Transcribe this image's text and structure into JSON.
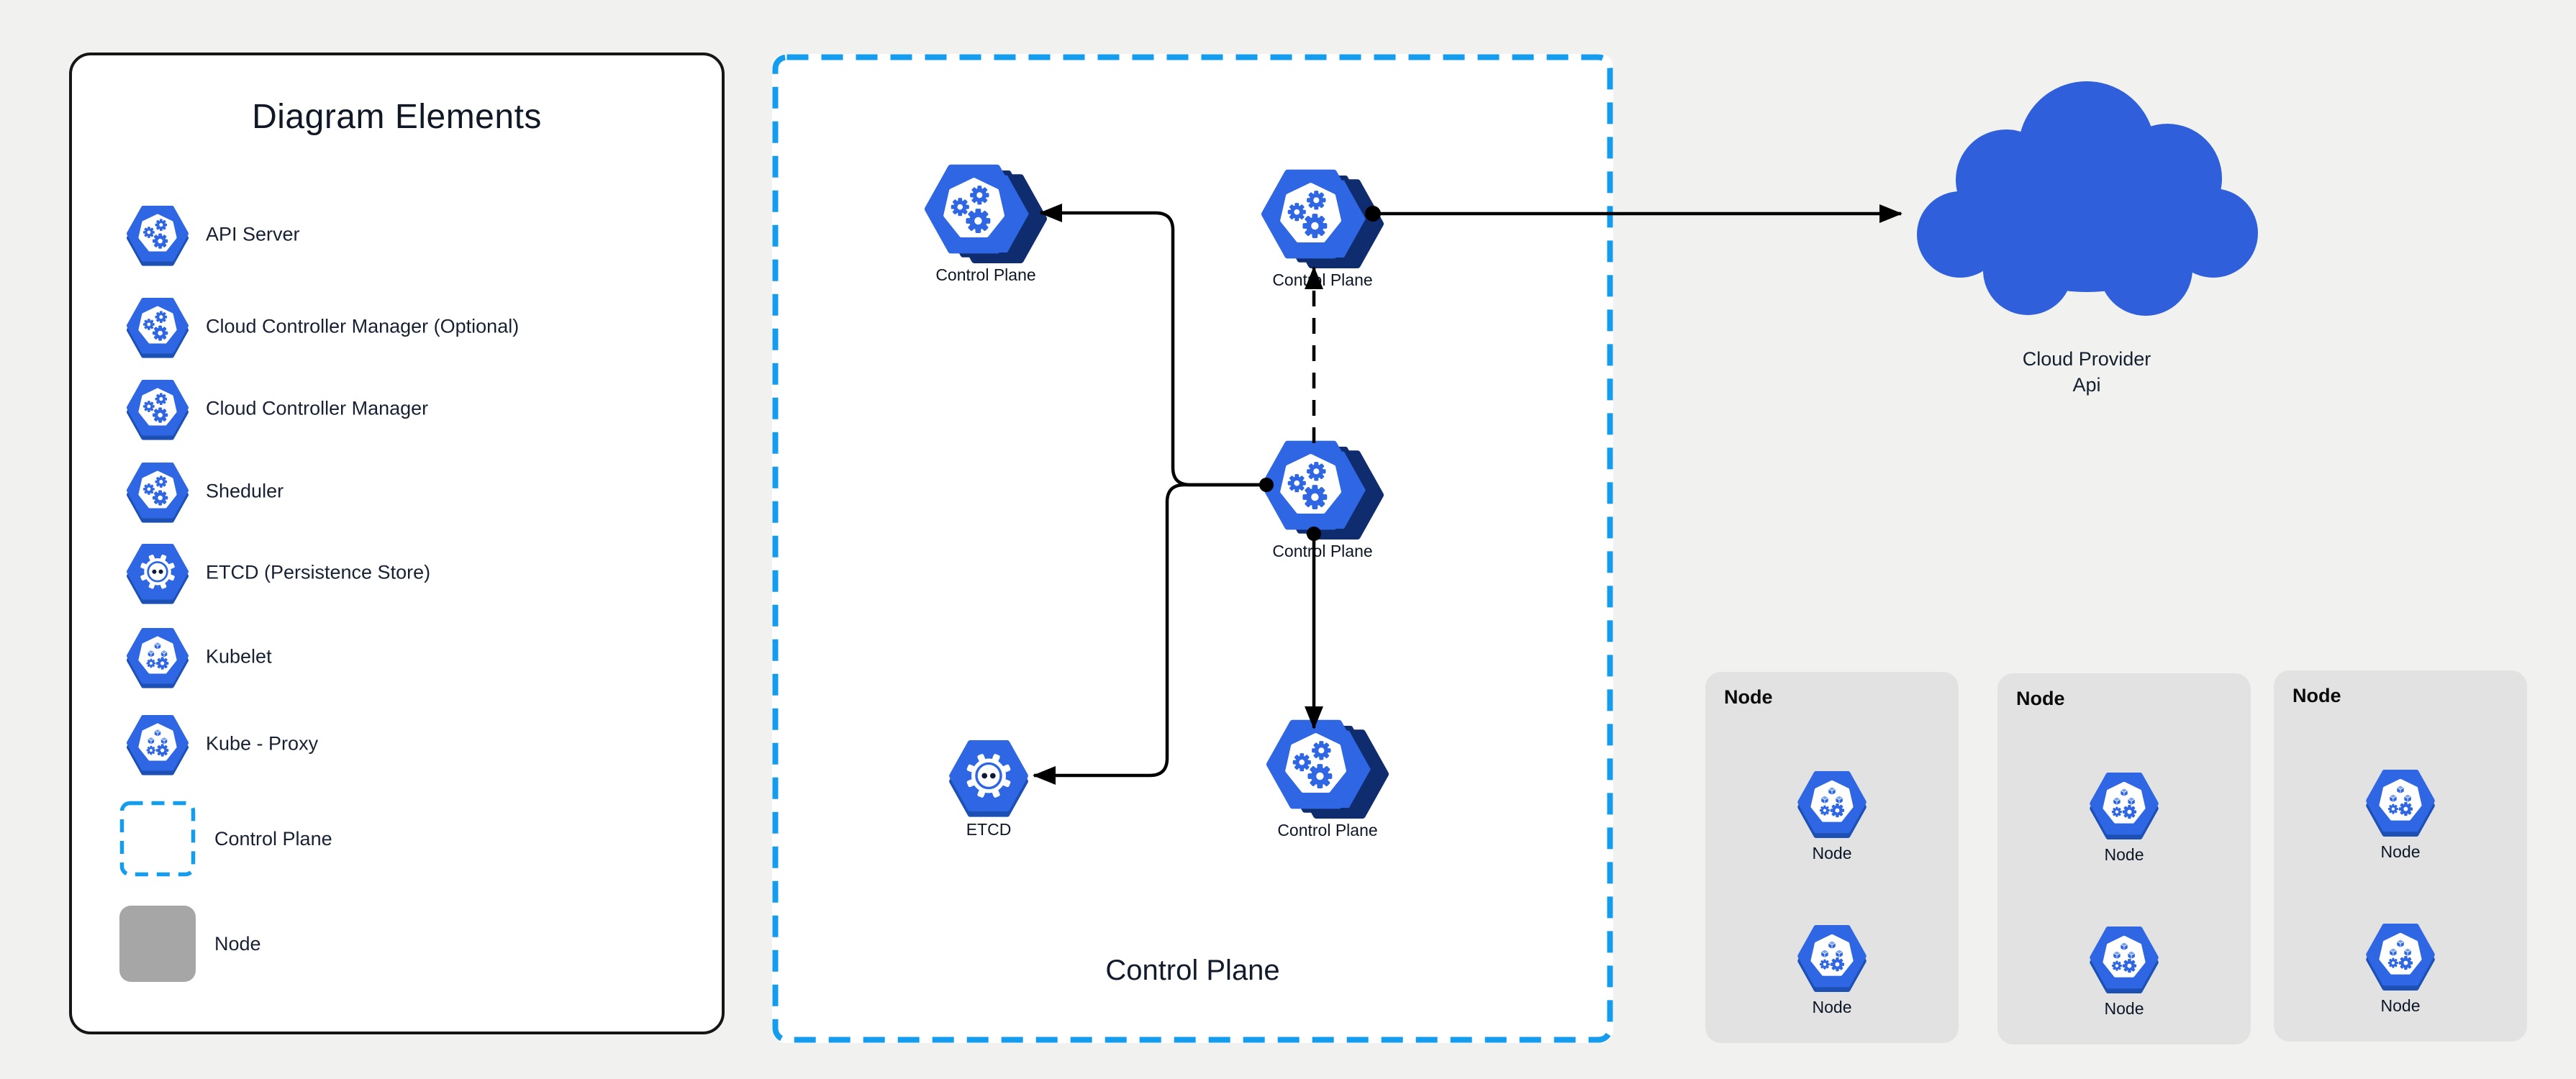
{
  "colors": {
    "canvas_bg": "#F1F1F0",
    "panel_bg": "#FFFFFF",
    "panel_border": "#161616",
    "hexagon_blue": "#2E66E4",
    "hexagon_rim_blue": "#1D50B5",
    "hexagon_stack_shadow": "#0F2C6E",
    "dashed_border_blue": "#149CEF",
    "node_box_gray": "#E2E2E2",
    "legend_node_swatch_gray": "#A6A6A6",
    "cloud_blue": "#2F5FDB",
    "edge_black": "#000000",
    "text_dark": "#111B2B"
  },
  "legend": {
    "title": "Diagram Elements",
    "items": [
      {
        "label": "API Server",
        "icon": "gears-hexagon-icon"
      },
      {
        "label": "Cloud Controller Manager (Optional)",
        "icon": "gears-hexagon-icon"
      },
      {
        "label": "Cloud Controller Manager",
        "icon": "gears-hexagon-icon"
      },
      {
        "label": "Sheduler",
        "icon": "gears-hexagon-icon"
      },
      {
        "label": "ETCD (Persistence Store)",
        "icon": "etcd-hexagon-icon"
      },
      {
        "label": "Kubelet",
        "icon": "cubes-hexagon-icon"
      },
      {
        "label": "Kube - Proxy",
        "icon": "cubes-hexagon-icon"
      },
      {
        "label": "Control Plane",
        "icon": "dashed-area-swatch"
      },
      {
        "label": "Node",
        "icon": "gray-area-swatch"
      }
    ]
  },
  "control_plane": {
    "area_label": "Control Plane",
    "nodes": [
      {
        "id": "control-plane-top-left",
        "label": "Control Plane"
      },
      {
        "id": "control-plane-top-right",
        "label": "Control Plane"
      },
      {
        "id": "control-plane-middle",
        "label": "Control Plane"
      },
      {
        "id": "control-plane-bottom",
        "label": "Control Plane"
      },
      {
        "id": "etcd",
        "label": "ETCD"
      }
    ]
  },
  "cloud": {
    "label_line1": "Cloud Provider",
    "label_line2": "Api"
  },
  "node_groups": [
    {
      "title": "Node",
      "items": [
        {
          "label": "Node"
        },
        {
          "label": "Node"
        }
      ]
    },
    {
      "title": "Node",
      "items": [
        {
          "label": "Node"
        },
        {
          "label": "Node"
        }
      ]
    },
    {
      "title": "Node",
      "items": [
        {
          "label": "Node"
        },
        {
          "label": "Node"
        }
      ]
    }
  ],
  "edges": [
    {
      "from": "control-plane-middle",
      "to": "control-plane-top-left",
      "style": "solid-elbow",
      "arrow": "end"
    },
    {
      "from": "control-plane-middle",
      "to": "etcd",
      "style": "solid-elbow",
      "arrow": "end"
    },
    {
      "from": "control-plane-middle",
      "to": "control-plane-top-right",
      "style": "dashed-straight",
      "arrow": "end"
    },
    {
      "from": "control-plane-middle",
      "to": "control-plane-bottom",
      "style": "solid-straight",
      "arrow": "end"
    },
    {
      "from": "control-plane-top-right",
      "to": "cloud-provider-api",
      "style": "solid-straight",
      "arrow": "end"
    }
  ]
}
